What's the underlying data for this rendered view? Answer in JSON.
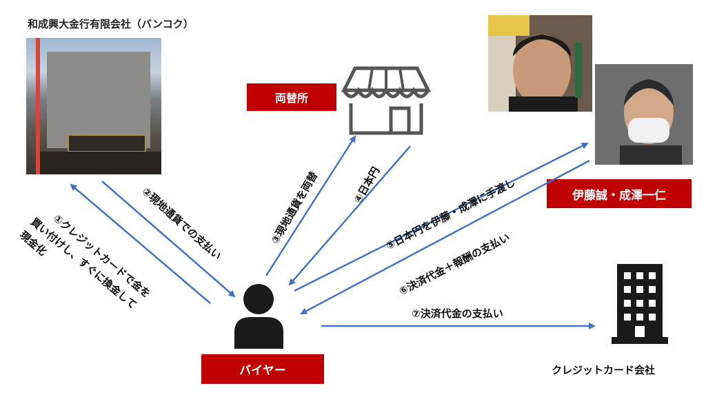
{
  "nodes": {
    "store_title": "和成興大金行有限会社（バンコク）",
    "exchange": "両替所",
    "people": "伊藤誠・成澤一仁",
    "buyer": "バイヤー",
    "card_company": "クレジットカード会社"
  },
  "flows": [
    {
      "id": 1,
      "label_line1": "①クレジットカードで金を",
      "label_line2": "買い付けし、すぐに換金して",
      "label_line3": "現金化"
    },
    {
      "id": 2,
      "label": "②現地通貨での支払い"
    },
    {
      "id": 3,
      "label": "③現地通貨を両替"
    },
    {
      "id": 4,
      "label": "④日本円"
    },
    {
      "id": 5,
      "label": "⑤日本円を伊藤・成澤に手渡し"
    },
    {
      "id": 6,
      "label": "⑥決済代金＋報酬の支払い"
    },
    {
      "id": 7,
      "label": "⑦決済代金の支払い"
    }
  ],
  "colors": {
    "arrow": "#4472c4",
    "box": "#c00000",
    "icon": "#1a1a1a"
  }
}
